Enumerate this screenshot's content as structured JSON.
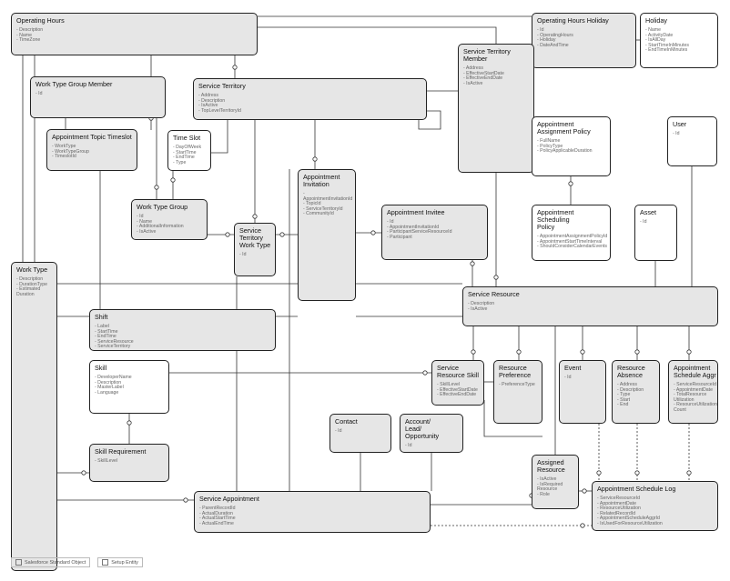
{
  "entities": {
    "operating_hours": {
      "title": "Operating Hours",
      "fields": [
        "Description",
        "Name",
        "TimeZone"
      ]
    },
    "operating_hours_holiday": {
      "title": "Operating Hours Holiday",
      "fields": [
        "Id",
        "OperatingHours",
        "Holiday",
        "DateAndTime"
      ]
    },
    "holiday": {
      "title": "Holiday",
      "fields": [
        "Name",
        "ActivityDate",
        "IsAllDay",
        "StartTimeInMinutes",
        "EndTimeInMinutes"
      ]
    },
    "service_territory_member": {
      "title": "Service Territory\nMember",
      "fields": [
        "Address",
        "EffectiveStartDate",
        "EffectiveEndDate",
        "IsActive"
      ]
    },
    "work_type_group_member": {
      "title": "Work Type Group Member",
      "fields": [
        "Id"
      ]
    },
    "service_territory": {
      "title": "Service Territory",
      "fields": [
        "Address",
        "Description",
        "IsActive",
        "TopLevelTerritoryId"
      ]
    },
    "appointment_topic_timeslot": {
      "title": "Appointment Topic Timeslot",
      "fields": [
        "WorkType",
        "WorkTypeGroup",
        "TimeslotId"
      ]
    },
    "time_slot": {
      "title": "Time Slot",
      "fields": [
        "DayOfWeek",
        "StartTime",
        "EndTime",
        "Type"
      ]
    },
    "appointment_assignment_policy": {
      "title": "Appointment\nAssignment Policy",
      "fields": [
        "FullName",
        "PolicyType",
        "PolicyApplicableDuration"
      ]
    },
    "user": {
      "title": "User",
      "fields": [
        "Id"
      ]
    },
    "appointment_invitation": {
      "title": "Appointment\nInvitation",
      "fields": [
        "AppointmentInvitationId",
        "TopicId",
        "ServiceTerritoryId",
        "CommunityId"
      ]
    },
    "work_type_group": {
      "title": "Work Type Group",
      "fields": [
        "Id",
        "Name",
        "AdditionalInformation",
        "IsActive"
      ]
    },
    "appointment_invitee": {
      "title": "Appointment Invitee",
      "fields": [
        "Id",
        "AppointmentInvitationId",
        "ParticipantServiceResourceId",
        "Participant"
      ]
    },
    "appointment_scheduling_policy": {
      "title": "Appointment\nScheduling\nPolicy",
      "fields": [
        "AppointmentAssignmentPolicyId",
        "AppointmentStartTimeInterval",
        "ShouldConsiderCalendarEvents"
      ]
    },
    "asset": {
      "title": "Asset",
      "fields": [
        "Id"
      ]
    },
    "service_territory_work_type": {
      "title": "Service\nTerritory\nWork Type",
      "fields": [
        "Id"
      ]
    },
    "work_type": {
      "title": "Work Type",
      "fields": [
        "Description",
        "DurationType",
        "Estimated\n  Duration"
      ]
    },
    "service_resource": {
      "title": "Service Resource",
      "fields": [
        "Description",
        "IsActive"
      ]
    },
    "shift": {
      "title": "Shift",
      "fields": [
        "Label",
        "StartTime",
        "EndTime",
        "ServiceResource",
        "ServiceTerritory"
      ]
    },
    "skill": {
      "title": "Skill",
      "fields": [
        "DeveloperName",
        "Description",
        "MasterLabel",
        "Language"
      ]
    },
    "service_resource_skill": {
      "title": "Service\nResource Skill",
      "fields": [
        "SkillLevel",
        "EffectiveStartDate",
        "EffectiveEndDate"
      ]
    },
    "resource_preference": {
      "title": "Resource\nPreference",
      "fields": [
        "PreferenceType"
      ]
    },
    "event": {
      "title": "Event",
      "fields": [
        "Id"
      ]
    },
    "resource_absence": {
      "title": "Resource\nAbsence",
      "fields": [
        "Address",
        "Description",
        "Type",
        "Start",
        "End"
      ]
    },
    "appointment_schedule_aggr": {
      "title": "Appointment\nSchedule Aggr",
      "fields": [
        "ServiceResourceId",
        "AppointmentDate",
        "TotalResource\n  Utilization",
        "ResourceUtilization\n  Count"
      ]
    },
    "contact": {
      "title": "Contact",
      "fields": [
        "Id"
      ]
    },
    "account_lead_opportunity": {
      "title": "Account/\nLead/\nOpportunity",
      "fields": [
        "Id"
      ]
    },
    "skill_requirement": {
      "title": "Skill Requirement",
      "fields": [
        "SkillLevel"
      ]
    },
    "assigned_resource": {
      "title": "Assigned\nResource",
      "fields": [
        "IsActive",
        "IsRequired\n  Resource",
        "Role"
      ]
    },
    "appointment_schedule_log": {
      "title": "Appointment Schedule Log",
      "fields": [
        "ServiceResourceId",
        "AppointmentDate",
        "ResourceUtilization",
        "RelatedRecordId",
        "AppointmentScheduleAggrId",
        "IsUsedForResourceUtilization"
      ]
    },
    "service_appointment": {
      "title": "Service Appointment",
      "fields": [
        "ParentRecordId",
        "ActualDuration",
        "ActualStartTime",
        "ActualEndTime"
      ]
    }
  },
  "legend": {
    "standard_label": "Salesforce Standard Object",
    "setup_label": "Setup Entity"
  },
  "colors": {
    "standard_fill": "#e6e6e6",
    "setup_fill": "#ffffff",
    "line": "#333333"
  }
}
